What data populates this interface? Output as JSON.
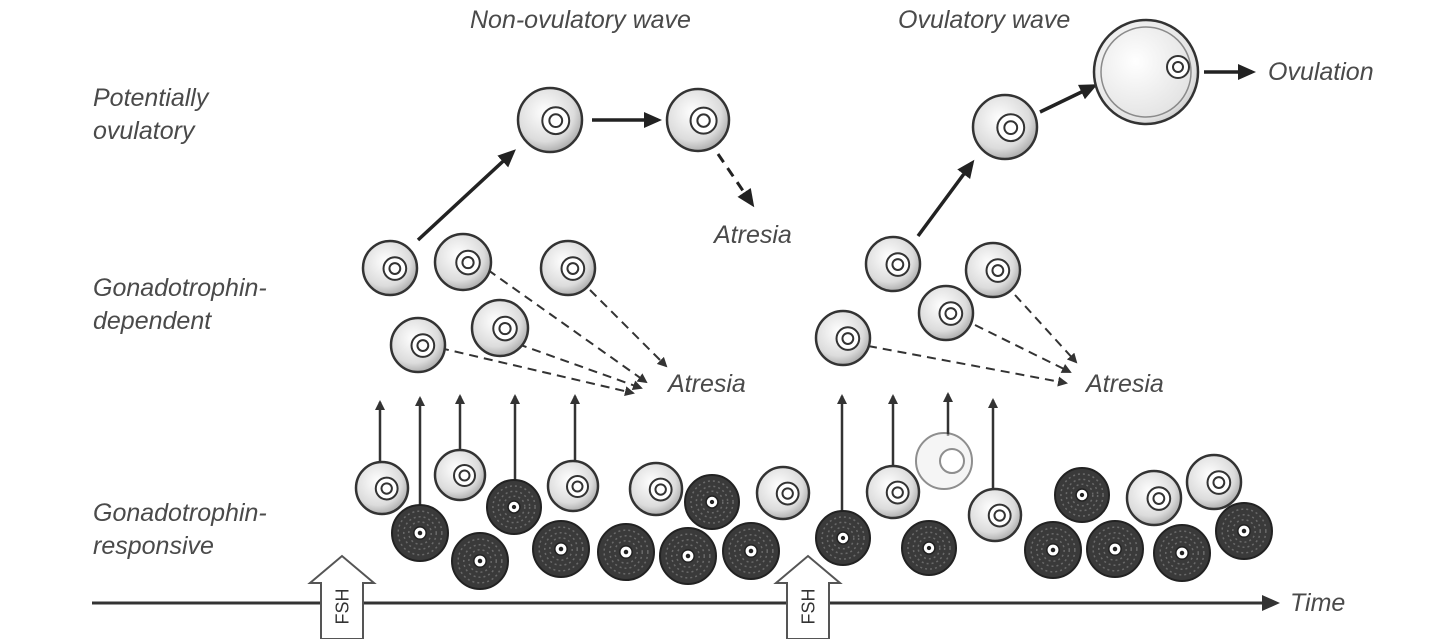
{
  "titles": {
    "non_ovulatory_wave": "Non-ovulatory wave",
    "ovulatory_wave": "Ovulatory wave"
  },
  "row_labels": {
    "potentially_ovulatory": [
      "Potentially",
      "ovulatory"
    ],
    "gonadotrophin_dependent": [
      "Gonadotrophin-",
      "dependent"
    ],
    "gonadotrophin_responsive": [
      "Gonadotrophin-",
      "responsive"
    ]
  },
  "outcomes": {
    "ovulation": "Ovulation",
    "atresia": "Atresia"
  },
  "axis": {
    "time_label": "Time"
  },
  "hormone": {
    "label": "FSH"
  },
  "icons": {
    "follicle": "follicle-icon",
    "dark_follicle": "dark-follicle-icon",
    "fsh_arrow": "fsh-arrow-icon"
  },
  "colors": {
    "stroke": "#333333",
    "dark_follicle": "#3a3a3a",
    "text": "#4a4a4a"
  }
}
